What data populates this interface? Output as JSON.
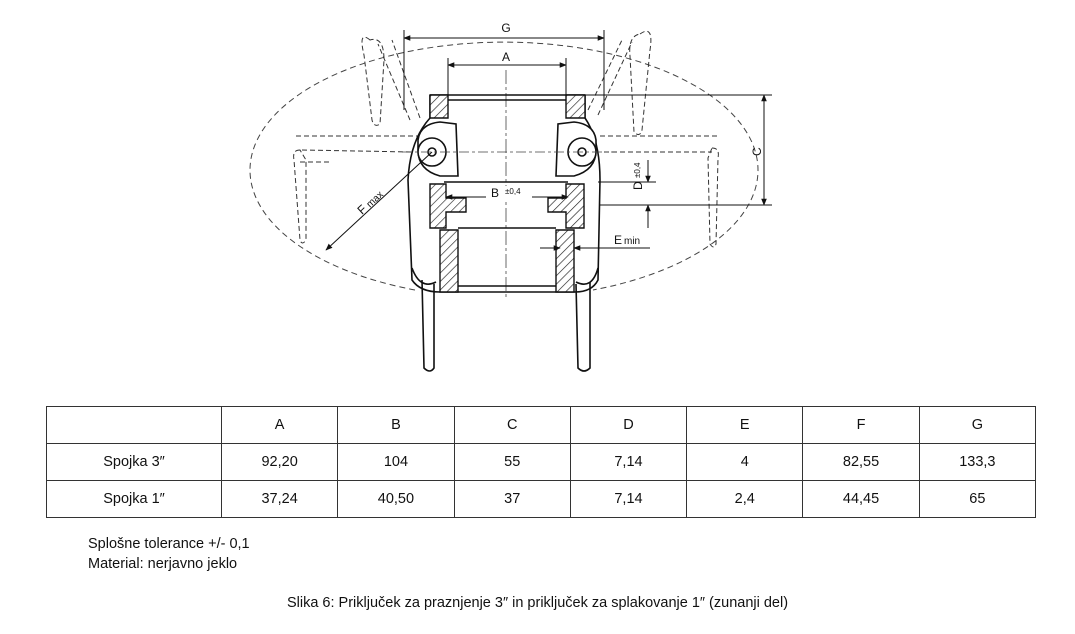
{
  "dimension_labels": {
    "G": "G",
    "A": "A",
    "B": "B",
    "B_tol": "±0,4",
    "C": "C",
    "D": "D",
    "D_tol": "±0,4",
    "F": "F",
    "F_sub": "max",
    "E": "E",
    "E_sub": "min"
  },
  "table": {
    "headers": [
      "",
      "A",
      "B",
      "C",
      "D",
      "E",
      "F",
      "G"
    ],
    "rows": [
      [
        "Spojka 3″",
        "92,20",
        "104",
        "55",
        "7,14",
        "4",
        "82,55",
        "133,3"
      ],
      [
        "Spojka 1″",
        "37,24",
        "40,50",
        "37",
        "7,14",
        "2,4",
        "44,45",
        "65"
      ]
    ]
  },
  "notes": {
    "tolerance": "Splošne tolerance +/- 0,1",
    "material": "Material: nerjavno jeklo"
  },
  "caption": "Slika 6: Priključek za praznjenje 3″ in priključek za splakovanje 1″ (zunanji del)"
}
